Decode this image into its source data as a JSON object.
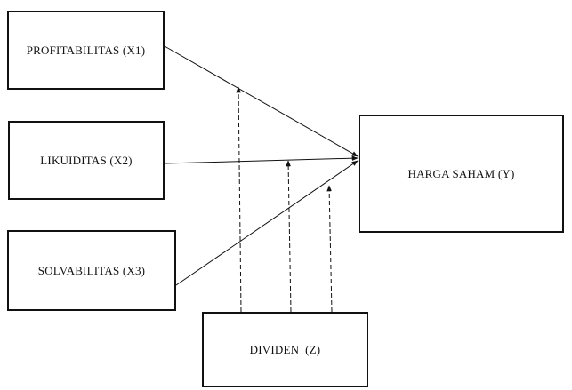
{
  "boxes": {
    "x1": "PROFITABILITAS (X1)",
    "x2": "LIKUIDITAS (X2)",
    "x3": "SOLVABILITAS (X3)",
    "y": "HARGA SAHAM (Y)",
    "z": "DIVIDEN  (Z)"
  },
  "relations": [
    {
      "from": "x1",
      "to": "y",
      "style": "solid"
    },
    {
      "from": "x2",
      "to": "y",
      "style": "solid"
    },
    {
      "from": "x3",
      "to": "y",
      "style": "solid"
    },
    {
      "from": "z",
      "to": "x1-y path",
      "style": "dashed"
    },
    {
      "from": "z",
      "to": "x2-y path",
      "style": "dashed"
    },
    {
      "from": "z",
      "to": "x3-y path",
      "style": "dashed"
    }
  ]
}
